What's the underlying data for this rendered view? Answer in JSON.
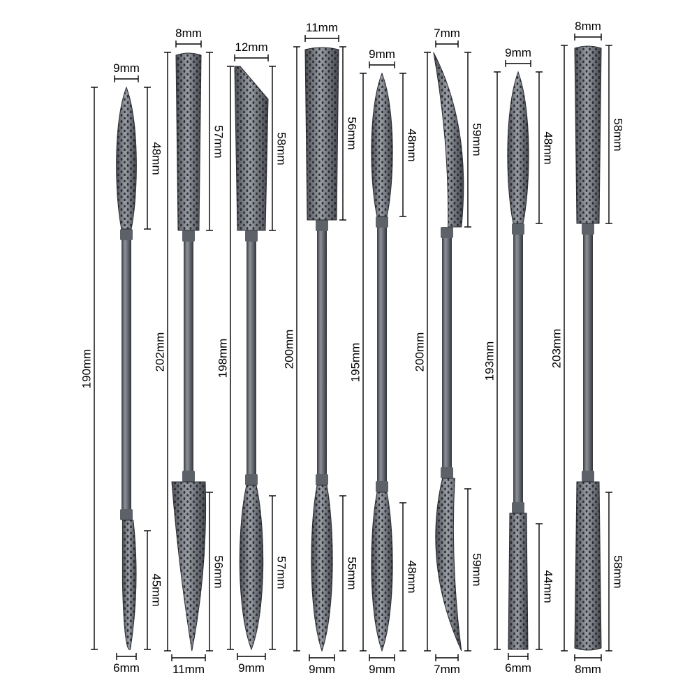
{
  "tools": [
    {
      "id": "t1",
      "total": "190mm",
      "top_width": "9mm",
      "top_len": "48mm",
      "bot_len": "45mm",
      "bot_width": "6mm"
    },
    {
      "id": "t2",
      "total": "202mm",
      "top_width": "8mm",
      "top_len": "57mm",
      "bot_len": "56mm",
      "bot_width": "11mm"
    },
    {
      "id": "t3",
      "total": "198mm",
      "top_width": "12mm",
      "top_len": "58mm",
      "bot_len": "57mm",
      "bot_width": "9mm"
    },
    {
      "id": "t4",
      "total": "200mm",
      "top_width": "11mm",
      "top_len": "56mm",
      "bot_len": "55mm",
      "bot_width": "9mm"
    },
    {
      "id": "t5",
      "total": "195mm",
      "top_width": "9mm",
      "top_len": "48mm",
      "bot_len": "48mm",
      "bot_width": "9mm"
    },
    {
      "id": "t6",
      "total": "200mm",
      "top_width": "7mm",
      "top_len": "59mm",
      "bot_len": "59mm",
      "bot_width": "7mm"
    },
    {
      "id": "t7",
      "total": "193mm",
      "top_width": "9mm",
      "top_len": "48mm",
      "bot_len": "44mm",
      "bot_width": "6mm"
    },
    {
      "id": "t8",
      "total": "203mm",
      "top_width": "8mm",
      "top_len": "58mm",
      "bot_len": "58mm",
      "bot_width": "8mm"
    }
  ],
  "colors": {
    "steel_dark": "#3a3d42",
    "steel_mid": "#6c7077",
    "steel_light": "#a9adb3",
    "dimension_line": "#000000"
  }
}
